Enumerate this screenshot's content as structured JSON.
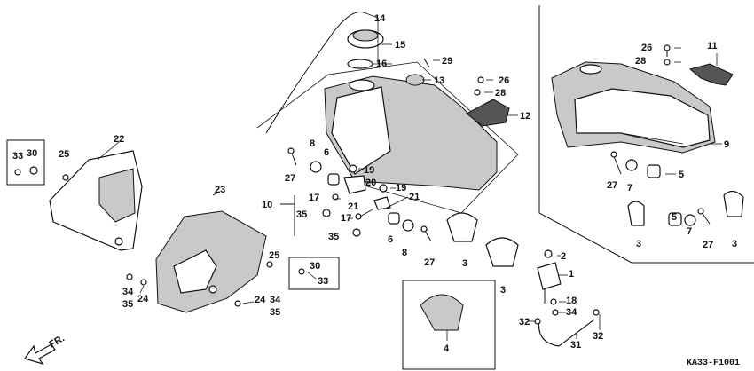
{
  "diagram_code": "KA33-F1001",
  "front_indicator": "FR.",
  "callouts": [
    {
      "id": "c1",
      "text": "1"
    },
    {
      "id": "c2",
      "text": "2"
    },
    {
      "id": "c3a",
      "text": "3"
    },
    {
      "id": "c3b",
      "text": "3"
    },
    {
      "id": "c3c",
      "text": "3"
    },
    {
      "id": "c3d",
      "text": "3"
    },
    {
      "id": "c4",
      "text": "4"
    },
    {
      "id": "c5a",
      "text": "5"
    },
    {
      "id": "c5b",
      "text": "5"
    },
    {
      "id": "c6a",
      "text": "6"
    },
    {
      "id": "c6b",
      "text": "6"
    },
    {
      "id": "c7a",
      "text": "7"
    },
    {
      "id": "c7b",
      "text": "7"
    },
    {
      "id": "c8a",
      "text": "8"
    },
    {
      "id": "c8b",
      "text": "8"
    },
    {
      "id": "c9",
      "text": "9"
    },
    {
      "id": "c10",
      "text": "10"
    },
    {
      "id": "c11",
      "text": "11"
    },
    {
      "id": "c12",
      "text": "12"
    },
    {
      "id": "c13",
      "text": "13"
    },
    {
      "id": "c14",
      "text": "14"
    },
    {
      "id": "c15",
      "text": "15"
    },
    {
      "id": "c16",
      "text": "16"
    },
    {
      "id": "c17a",
      "text": "17"
    },
    {
      "id": "c17b",
      "text": "17"
    },
    {
      "id": "c18",
      "text": "18"
    },
    {
      "id": "c19a",
      "text": "19"
    },
    {
      "id": "c19b",
      "text": "19"
    },
    {
      "id": "c20",
      "text": "20"
    },
    {
      "id": "c21a",
      "text": "21"
    },
    {
      "id": "c21b",
      "text": "21"
    },
    {
      "id": "c22",
      "text": "22"
    },
    {
      "id": "c23",
      "text": "23"
    },
    {
      "id": "c24a",
      "text": "24"
    },
    {
      "id": "c24b",
      "text": "24"
    },
    {
      "id": "c25a",
      "text": "25"
    },
    {
      "id": "c25b",
      "text": "25"
    },
    {
      "id": "c26a",
      "text": "26"
    },
    {
      "id": "c26b",
      "text": "26"
    },
    {
      "id": "c27a",
      "text": "27"
    },
    {
      "id": "c27b",
      "text": "27"
    },
    {
      "id": "c27c",
      "text": "27"
    },
    {
      "id": "c27d",
      "text": "27"
    },
    {
      "id": "c28a",
      "text": "28"
    },
    {
      "id": "c28b",
      "text": "28"
    },
    {
      "id": "c29",
      "text": "29"
    },
    {
      "id": "c30a",
      "text": "30"
    },
    {
      "id": "c30b",
      "text": "30"
    },
    {
      "id": "c31",
      "text": "31"
    },
    {
      "id": "c32a",
      "text": "32"
    },
    {
      "id": "c32b",
      "text": "32"
    },
    {
      "id": "c33a",
      "text": "33"
    },
    {
      "id": "c33b",
      "text": "33"
    },
    {
      "id": "c34a",
      "text": "34"
    },
    {
      "id": "c34b",
      "text": "34"
    },
    {
      "id": "c34c",
      "text": "34"
    },
    {
      "id": "c35a",
      "text": "35"
    },
    {
      "id": "c35b",
      "text": "35"
    },
    {
      "id": "c35c",
      "text": "35"
    },
    {
      "id": "c35d",
      "text": "35"
    }
  ]
}
